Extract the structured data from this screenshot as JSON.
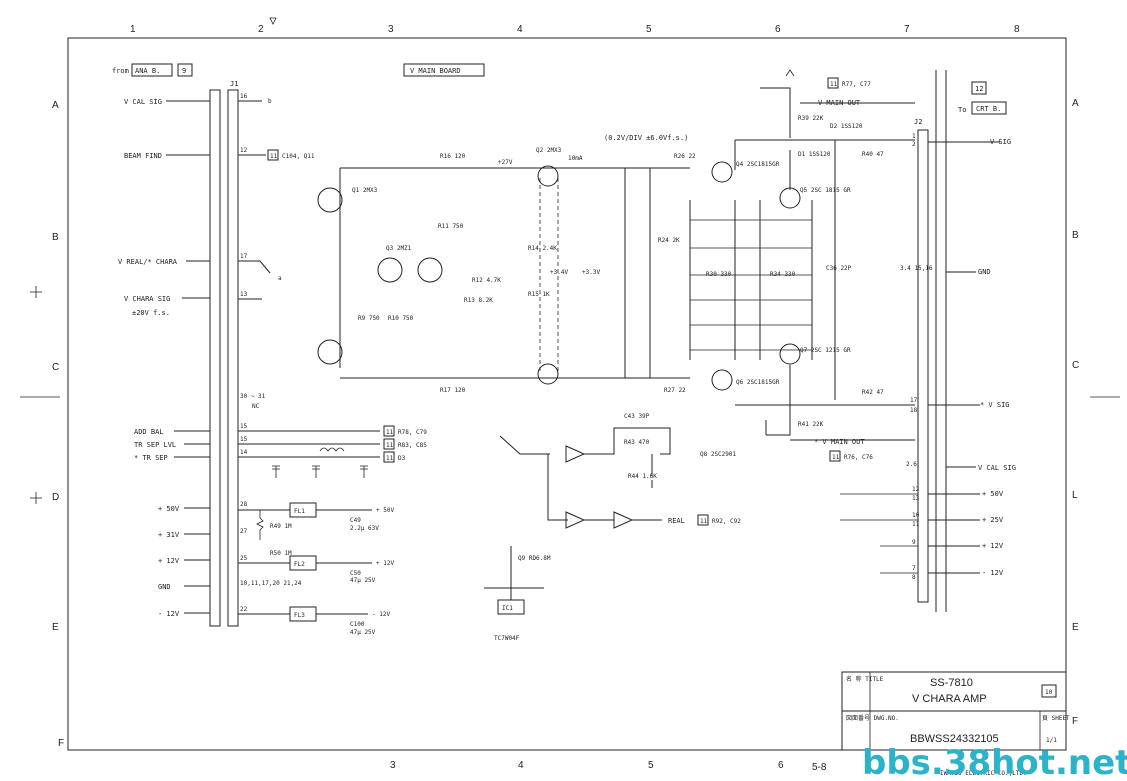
{
  "grid": {
    "cols_top": [
      "1",
      "2",
      "3",
      "4",
      "5",
      "6",
      "7",
      "8"
    ],
    "cols_bottom": [
      "3",
      "4",
      "5",
      "6"
    ],
    "rows_left": [
      "A",
      "B",
      "C",
      "D",
      "E",
      "F"
    ],
    "rows_right": [
      "A",
      "B",
      "C",
      "L",
      "E",
      "F"
    ],
    "page_marker": "5-8"
  },
  "headers": {
    "from_label": "from",
    "from_board": "ANA B.",
    "from_ref": "9",
    "board": "V MAIN BOARD",
    "to_label": "To",
    "to_board": "CRT B.",
    "to_ref": "12",
    "conn_j1": "J1",
    "conn_j2": "J2"
  },
  "left_signals": [
    {
      "label": "V CAL SIG",
      "pin": "16",
      "note": "b"
    },
    {
      "label": "BEAM FIND",
      "pin": "12",
      "ref": "11",
      "refnote": "C104, Q11"
    },
    {
      "label": "V REAL/* CHARA",
      "pin": "17",
      "note": "a"
    },
    {
      "label": "V CHARA SIG",
      "pin": "13",
      "sub": "±20V f.s."
    },
    {
      "label": "ADD BAL",
      "pin": "15",
      "ref": "11",
      "refnote": "R78, C79"
    },
    {
      "label": "TR SEP LVL",
      "pin": "15",
      "ref": "11",
      "refnote": "R83, C85"
    },
    {
      "label": "* TR SEP",
      "pin": "14",
      "ref": "11",
      "refnote": "D3"
    }
  ],
  "pin_group": {
    "pins": "30 ~ 31",
    "note": "NC",
    "gnd_pins": "10,11,17,20\n21,24"
  },
  "power_left": [
    {
      "label": "+ 50V",
      "pin": "28",
      "fl": "FL1",
      "out": "+ 50V",
      "cap": "C49",
      "capval": "2.2µ 63V"
    },
    {
      "label": "+ 31V",
      "pin": "27",
      "r1": "R49 1M",
      "r2": "R50 1M"
    },
    {
      "label": "+ 12V",
      "pin": "25",
      "fl": "FL2",
      "out": "+ 12V",
      "cap": "C50",
      "capval": "47µ 25V"
    },
    {
      "label": "GND",
      "pin": ""
    },
    {
      "label": "- 12V",
      "pin": "22",
      "fl": "FL3",
      "out": "- 12V",
      "cap": "C100",
      "capval": "47µ 25V"
    }
  ],
  "components": {
    "Q1": "Q1 2MX3",
    "Q2": "Q2 2MX3",
    "Q3": "Q3 2MZ1",
    "Q4": "Q4 2SC1815GR",
    "Q5": "Q5 2SC 1815 GR",
    "Q6": "Q6 2SC1815GR",
    "Q7": "Q7 2SC 1215 GR",
    "Q8": "Q8 2SC2901",
    "R16": "R16 120",
    "R17": "R17 120",
    "R26": "R26 22",
    "R27": "R27 22",
    "R39": "R39 22K",
    "R41": "R41 22K",
    "R40": "R40 47",
    "R42": "R42 47",
    "R34": "R34 330",
    "R30": "R30 330",
    "R24": "R24 2K",
    "R14": "R14 2.4K",
    "R15": "R15 1K",
    "R13": "R13 8.2K",
    "R12": "R12 4.7K",
    "R11": "R11 750",
    "R9": "R9 750",
    "R10": "R10 750",
    "R43": "R43 470",
    "R44": "R44 1.6K",
    "C36": "C36 22P",
    "C43": "C43 39P",
    "D1": "D1 1SS120",
    "D2": "D2 1SS120",
    "IC1": "IC1",
    "IC1_part": "TC7W04F",
    "Q9": "Q9 RD6.8M",
    "level": "(0.2V/DIV  ±6.0Vf.s.)",
    "v27": "+27V",
    "i10": "10mA",
    "v34": "+3.4V",
    "v33": "+3.3V"
  },
  "right_signals": [
    {
      "label": "V SIG",
      "pin": "2",
      "in": "1"
    },
    {
      "label": "GND",
      "pin": "3.4 15,16"
    },
    {
      "label": "* V SIG",
      "pin": "18",
      "in": "17"
    },
    {
      "label": "V CAL SIG",
      "pin": "2.6"
    },
    {
      "label": "+ 50V",
      "pin": "13",
      "in": "12"
    },
    {
      "label": "+ 25V",
      "pin": "11",
      "in": "10"
    },
    {
      "label": "+ 12V",
      "pin": "9"
    },
    {
      "label": "- 12V",
      "pin": "8",
      "in": "7"
    }
  ],
  "right_refs": [
    {
      "ref": "11",
      "note": "R77, C77",
      "label": "V MAIN OUT"
    },
    {
      "ref": "11",
      "note": "R76, C76",
      "label": "* V MAIN OUT"
    }
  ],
  "real_out": {
    "label": "REAL",
    "ref": "11",
    "note": "R92, C92"
  },
  "title_block": {
    "name_label": "名 称\nTITLE",
    "model": "SS-7810",
    "title": "V CHARA AMP",
    "sheet_no": "10",
    "dwg_label": "図面番号\nDWG.NO.",
    "dwg_no": "BBWSS24332105",
    "sheet_label": "頁 SHEET",
    "sheet": "1/1",
    "company": "IWATSU ELECTRIC CO.,LTD."
  },
  "watermark": "bbs.38hot.net"
}
